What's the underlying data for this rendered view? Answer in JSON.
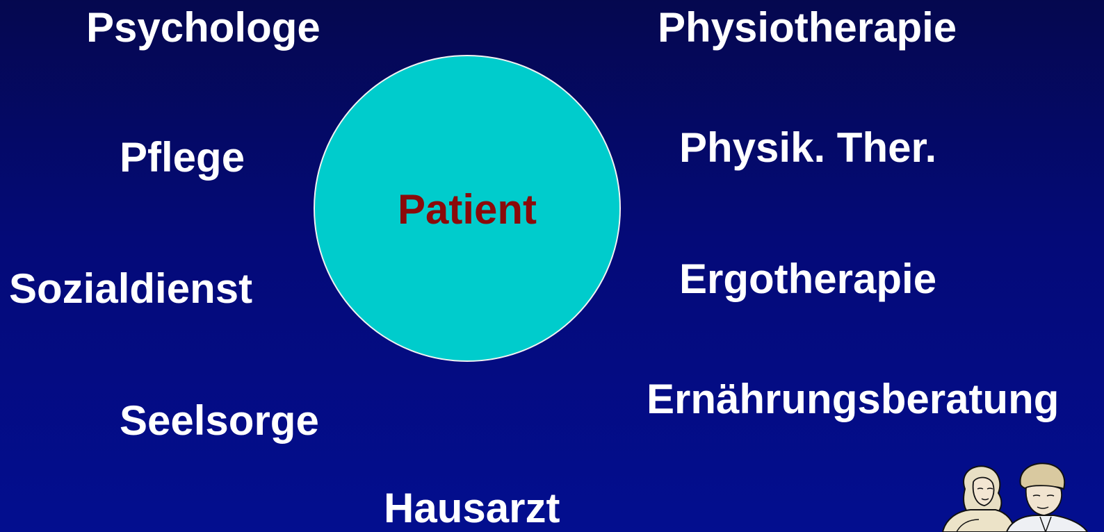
{
  "center": {
    "label": "Patient",
    "fill_color": "#00cccc",
    "text_color": "#8b0a0a"
  },
  "left_labels": {
    "psychologe": "Psychologe",
    "pflege": "Pflege",
    "sozialdienst": "Sozialdienst",
    "seelsorge": "Seelsorge"
  },
  "right_labels": {
    "physiotherapie": "Physiotherapie",
    "physik_ther": "Physik. Ther.",
    "ergotherapie": "Ergotherapie",
    "ernaehrungsberatung": "Ernährungsberatung"
  },
  "bottom_labels": {
    "hausarzt": "Hausarzt"
  },
  "clipart": {
    "icon": "two-people-clipart-icon"
  },
  "colors": {
    "background_top": "#05084f",
    "background_bottom": "#030e8f",
    "label_text": "#ffffff"
  }
}
